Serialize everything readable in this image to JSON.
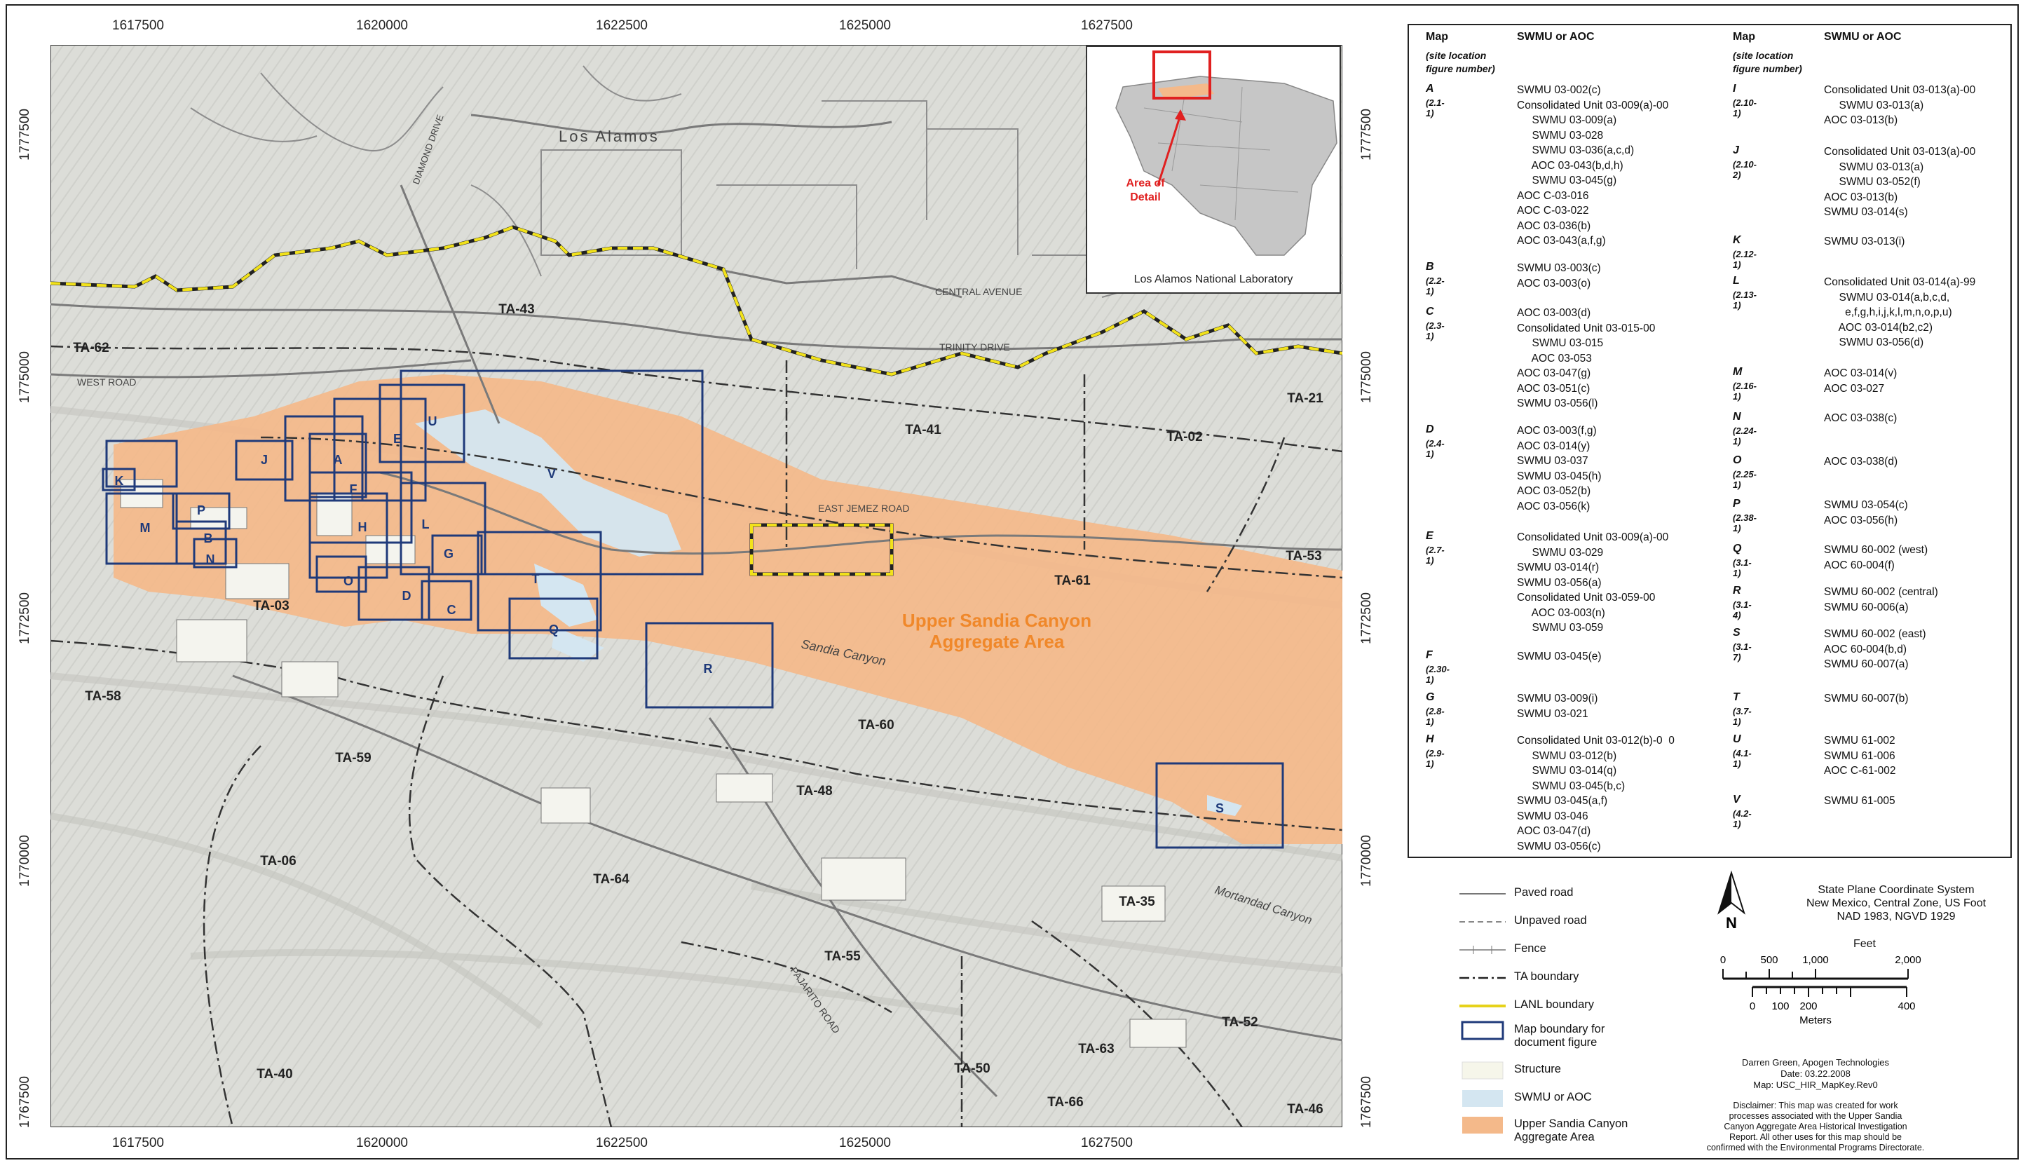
{
  "map": {
    "place_labels": {
      "los_alamos": "Los Alamos",
      "diamond_drive": "DIAMOND DRIVE",
      "central_avenue": "CENTRAL AVENUE",
      "trinity_drive": "TRINITY DRIVE",
      "west_road": "WEST ROAD",
      "east_jemez_road": "EAST JEMEZ ROAD",
      "pajarito_road": "PAJARITO ROAD",
      "sandia_canyon": "Sandia Canyon",
      "mortandad_canyon": "Mortandad Canyon",
      "aggregate_area_label_1": "Upper Sandia Canyon",
      "aggregate_area_label_2": "Aggregate Area"
    },
    "ta_labels": [
      "TA-43",
      "TA-62",
      "TA-21",
      "TA-41",
      "TA-02",
      "TA-53",
      "TA-61",
      "TA-03",
      "TA-58",
      "TA-60",
      "TA-59",
      "TA-48",
      "TA-06",
      "TA-64",
      "TA-35",
      "TA-55",
      "TA-52",
      "TA-40",
      "TA-50",
      "TA-63",
      "TA-66",
      "TA-46"
    ],
    "site_letters": [
      "A",
      "B",
      "C",
      "D",
      "E",
      "F",
      "G",
      "H",
      "J",
      "K",
      "L",
      "M",
      "N",
      "O",
      "P",
      "Q",
      "R",
      "S",
      "T",
      "U",
      "V"
    ],
    "x_ticks": [
      "1617500",
      "1620000",
      "1622500",
      "1625000",
      "1627500"
    ],
    "y_ticks": [
      "1777500",
      "1775000",
      "1772500",
      "1770000",
      "1767500"
    ],
    "inset_title": "Los Alamos National Laboratory",
    "inset_callout_1": "Area of",
    "inset_callout_2": "Detail"
  },
  "table": {
    "col_header_map": "Map",
    "col_header_swmu": "SWMU or AOC",
    "col_sub_1": "(site location",
    "col_sub_2": "figure number)",
    "left": [
      {
        "letter": "A",
        "fig": "(2.1-1)",
        "lines": "SWMU 03-002(c)\nConsolidated Unit 03-009(a)-00\n     SWMU 03-009(a)\n     SWMU 03-028\n     SWMU 03-036(a,c,d)\n     AOC 03-043(b,d,h)\n     SWMU 03-045(g)\nAOC C-03-016\nAOC C-03-022\nAOC 03-036(b)\nAOC 03-043(a,f,g)"
      },
      {
        "letter": "B",
        "fig": "(2.2-1)",
        "lines": "SWMU 03-003(c)\nAOC 03-003(o)"
      },
      {
        "letter": "C",
        "fig": "(2.3-1)",
        "lines": "AOC 03-003(d)\nConsolidated Unit 03-015-00\n     SWMU 03-015\n     AOC 03-053\nAOC 03-047(g)\nAOC 03-051(c)\nSWMU 03-056(l)"
      },
      {
        "letter": "D",
        "fig": "(2.4-1)",
        "lines": "AOC 03-003(f,g)\nAOC 03-014(y)\nSWMU 03-037\nSWMU 03-045(h)\nAOC 03-052(b)\nAOC 03-056(k)"
      },
      {
        "letter": "E",
        "fig": "(2.7-1)",
        "lines": "Consolidated Unit 03-009(a)-00\n     SWMU 03-029\nSWMU 03-014(r)\nSWMU 03-056(a)\nConsolidated Unit 03-059-00\n     AOC 03-003(n)\n     SWMU 03-059"
      },
      {
        "letter": "F",
        "fig": "(2.30-1)",
        "lines": "SWMU 03-045(e)"
      },
      {
        "letter": "G",
        "fig": "(2.8-1)",
        "lines": "SWMU 03-009(i)\nSWMU 03-021"
      },
      {
        "letter": "H",
        "fig": "(2.9-1)",
        "lines": "Consolidated Unit 03-012(b)-0  0\n     SWMU 03-012(b)\n     SWMU 03-014(q)\n     SWMU 03-045(b,c)\nSWMU 03-045(a,f)\nSWMU 03-046\nAOC 03-047(d)\nSWMU 03-056(c)"
      }
    ],
    "right": [
      {
        "letter": "I",
        "fig": "(2.10-1)",
        "lines": "Consolidated Unit 03-013(a)-00\n     SWMU 03-013(a)\nAOC 03-013(b)"
      },
      {
        "letter": "J",
        "fig": "(2.10-2)",
        "lines": "Consolidated Unit 03-013(a)-00\n     SWMU 03-013(a)\n     SWMU 03-052(f)\nAOC 03-013(b)\nSWMU 03-014(s)"
      },
      {
        "letter": "K",
        "fig": "(2.12-1)",
        "lines": "SWMU 03-013(i)"
      },
      {
        "letter": "L",
        "fig": "(2.13-1)",
        "lines": "Consolidated Unit 03-014(a)-99\n     SWMU 03-014(a,b,c,d,\n       e,f,g,h,i,j,k,l,m,n,o,p,u)\n     AOC 03-014(b2,c2)\n     SWMU 03-056(d)"
      },
      {
        "letter": "M",
        "fig": "(2.16-1)",
        "lines": "AOC 03-014(v)\nAOC 03-027"
      },
      {
        "letter": "N",
        "fig": "(2.24-1)",
        "lines": "AOC 03-038(c)"
      },
      {
        "letter": "O",
        "fig": "(2.25-1)",
        "lines": "AOC 03-038(d)"
      },
      {
        "letter": "P",
        "fig": "(2.38-1)",
        "lines": "SWMU 03-054(c)\nAOC 03-056(h)"
      },
      {
        "letter": "Q",
        "fig": "(3.1-1)",
        "lines": "SWMU 60-002 (west)\nAOC 60-004(f)"
      },
      {
        "letter": "R",
        "fig": "(3.1-4)",
        "lines": "SWMU 60-002 (central)\nSWMU 60-006(a)"
      },
      {
        "letter": "S",
        "fig": "(3.1-7)",
        "lines": "SWMU 60-002 (east)\nAOC 60-004(b,d)\nSWMU 60-007(a)"
      },
      {
        "letter": "T",
        "fig": "(3.7-1)",
        "lines": "SWMU 60-007(b)"
      },
      {
        "letter": "U",
        "fig": "(4.1-1)",
        "lines": "SWMU 61-002\nSWMU 61-006\nAOC C-61-002"
      },
      {
        "letter": "V",
        "fig": "(4.2-1)",
        "lines": "SWMU 61-005"
      }
    ]
  },
  "legend": {
    "paved_road": "Paved road",
    "unpaved_road": "Unpaved road",
    "fence": "Fence",
    "ta_boundary": "TA boundary",
    "lanl_boundary": "LANL boundary",
    "map_boundary_1": "Map boundary for",
    "map_boundary_2": "document figure",
    "structure": "Structure",
    "swmu_aoc": "SWMU or AOC",
    "aggregate_1": "Upper Sandia Canyon",
    "aggregate_2": "Aggregate Area"
  },
  "info": {
    "north": "N",
    "coord_1": "State Plane Coordinate System",
    "coord_2": "New Mexico, Central Zone, US Foot",
    "coord_3": "NAD 1983, NGVD 1929",
    "feet_label": "Feet",
    "feet_ticks": [
      "0",
      "500",
      "1,000",
      "2,000"
    ],
    "meters_ticks": [
      "0",
      "100",
      "200",
      "400"
    ],
    "meters_label": "Meters",
    "credit_1": "Darren Green, Apogen Technologies",
    "credit_2": "Date: 03.22.2008",
    "credit_3": "Map: USC_HIR_MapKey.Rev0",
    "disclaimer_1": "Disclaimer: This map was created for work",
    "disclaimer_2": "processes associated with the Upper Sandia",
    "disclaimer_3": "Canyon Aggregate Area Historical Investigation",
    "disclaimer_4": "Report. All other uses for this map should be",
    "disclaimer_5": "confirmed with the Environmental Programs Directorate."
  },
  "colors": {
    "aggregate": "#f4b98a",
    "swmu": "#d4e6f1",
    "map_box": "#1f3a7a",
    "lanl_boundary": "#f2e21a",
    "terrain": "#dedfda"
  }
}
